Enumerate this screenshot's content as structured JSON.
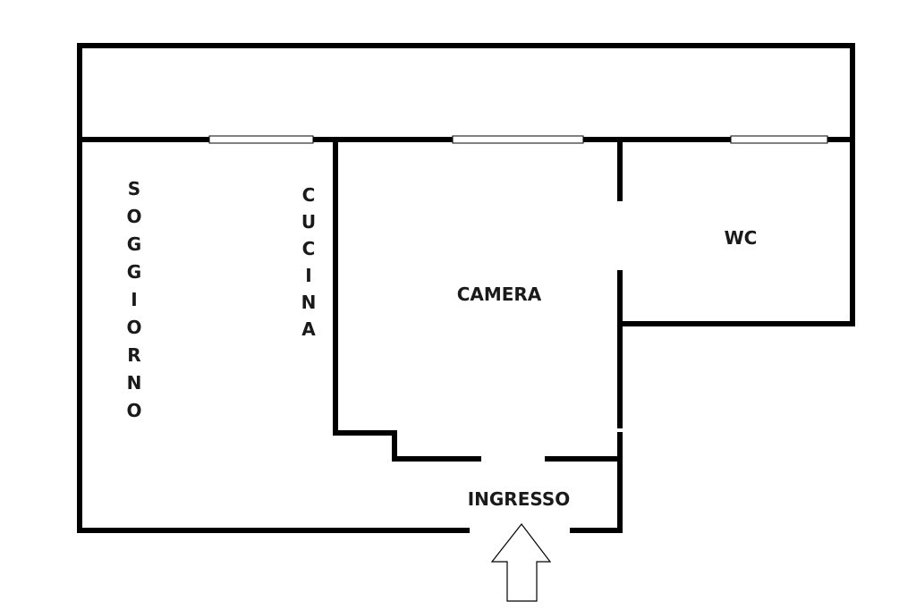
{
  "plan": {
    "colors": {
      "wall": "#000000",
      "window": "#ffffff",
      "label": "#1a1a1a",
      "background": "#ffffff"
    },
    "rooms": {
      "soggiorno": "SOGGIORNO",
      "cucina": "CUCINA",
      "camera": "CAMERA",
      "wc": "WC",
      "ingresso": "INGRESSO"
    },
    "icons": {
      "entrance_arrow": "up-arrow-outline-icon"
    }
  }
}
